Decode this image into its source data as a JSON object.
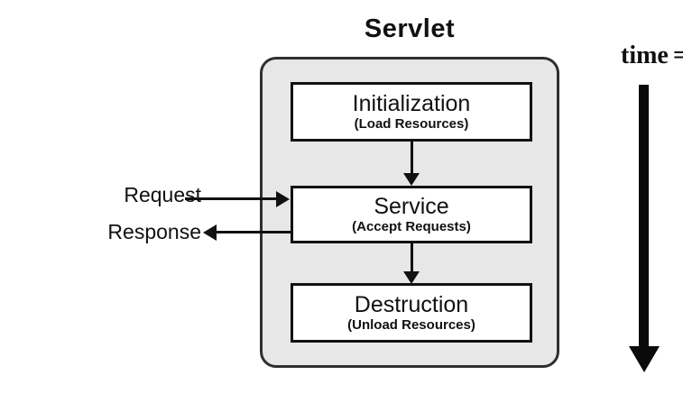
{
  "diagram": {
    "title": "Servlet",
    "stages": [
      {
        "id": "initialization",
        "label": "Initialization",
        "sublabel": "(Load Resources)"
      },
      {
        "id": "service",
        "label": "Service",
        "sublabel": "(Accept Requests)"
      },
      {
        "id": "destruction",
        "label": "Destruction",
        "sublabel": "(Unload Resources)"
      }
    ],
    "io": {
      "request_label": "Request",
      "response_label": "Response"
    },
    "timeline": {
      "label": "time",
      "suffix": "="
    },
    "colors": {
      "container_fill": "#e7e7e7",
      "container_border": "#2f2f2f",
      "box_fill": "#ffffff",
      "box_border": "#111111",
      "arrow": "#111111",
      "text": "#111111",
      "background": "#ffffff"
    }
  }
}
